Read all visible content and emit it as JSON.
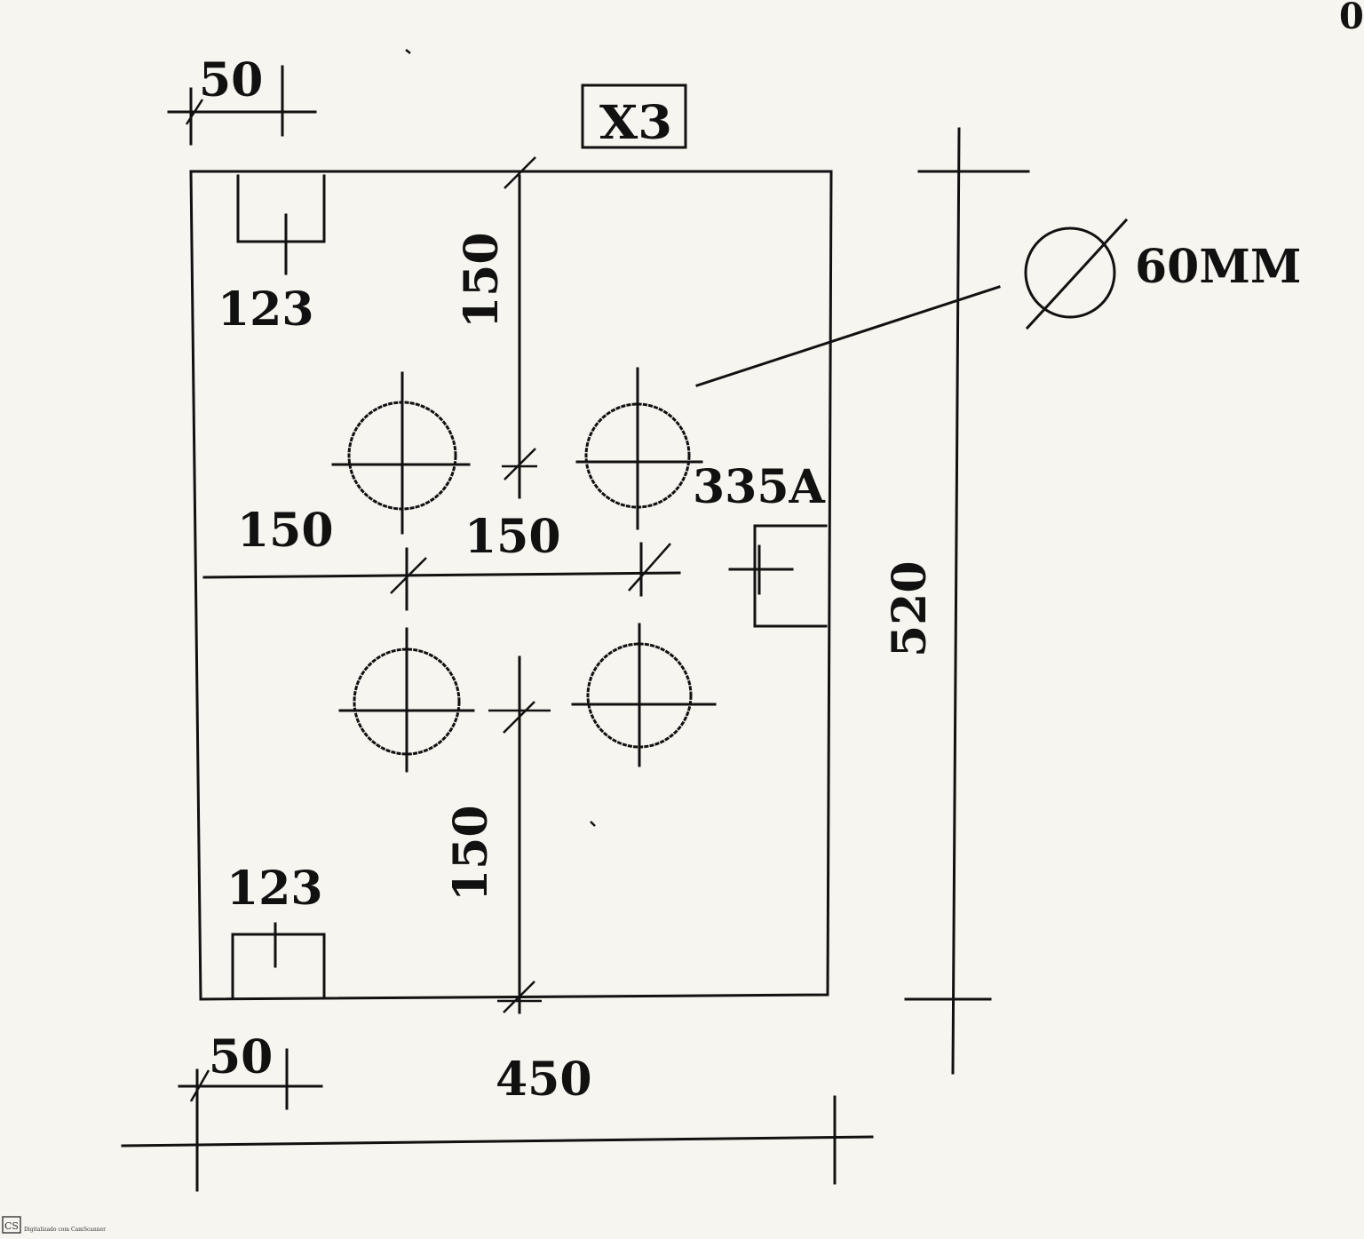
{
  "drawing": {
    "quantity_tag": "X3",
    "plate_width": "450",
    "plate_height": "520",
    "hole_diameter": "60MM",
    "material_mark": "335A",
    "dim_hole_spacing_h_left": "150",
    "dim_hole_spacing_h_right": "150",
    "dim_hole_spacing_v_top": "150",
    "dim_hole_spacing_v_bottom": "150",
    "dim_slot_depth_top": "123",
    "dim_slot_depth_bottom": "123",
    "dim_slot_width_top": "50",
    "dim_slot_width_bottom": "50",
    "corner_text": "0",
    "scanner_badge": "CS",
    "scanner_note": "Digitalizado com CamScanner"
  },
  "colors": {
    "ink": "#111111",
    "paper": "#f7f5f0"
  }
}
